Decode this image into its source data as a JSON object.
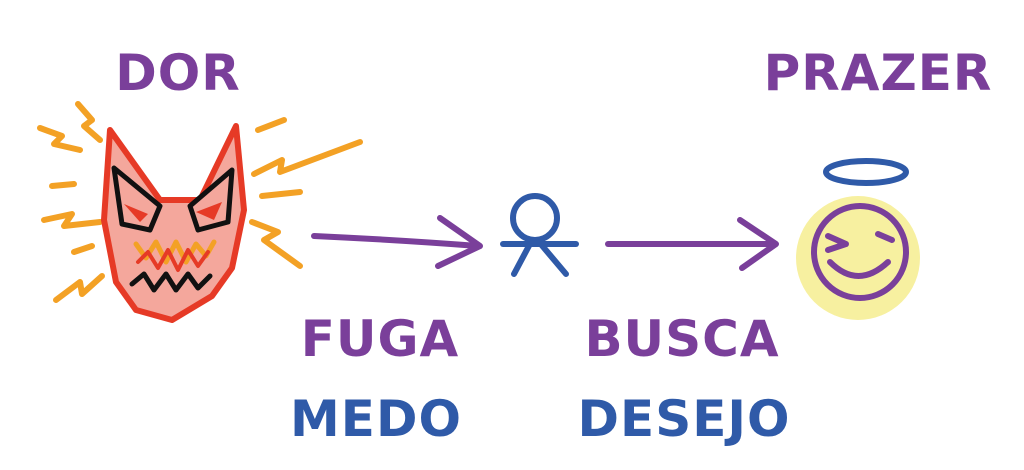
{
  "labels": {
    "pain": "DOR",
    "pleasure": "PRAZER",
    "escape": "FUGA",
    "fear": "MEDO",
    "seek": "BUSCA",
    "desire": "DESEJO"
  },
  "icons": {
    "pain": "devil-face-icon",
    "person": "stick-figure-person-icon",
    "pleasure": "smiling-angel-face-icon",
    "arrow": "arrow-right-icon"
  },
  "colors": {
    "purple": "#7a3f9a",
    "blue": "#2f5aa8",
    "red": "#e63a26",
    "face_fill": "#f4a79c",
    "lightning": "#f3a125",
    "glow": "#f7f0a0",
    "black": "#111111"
  }
}
